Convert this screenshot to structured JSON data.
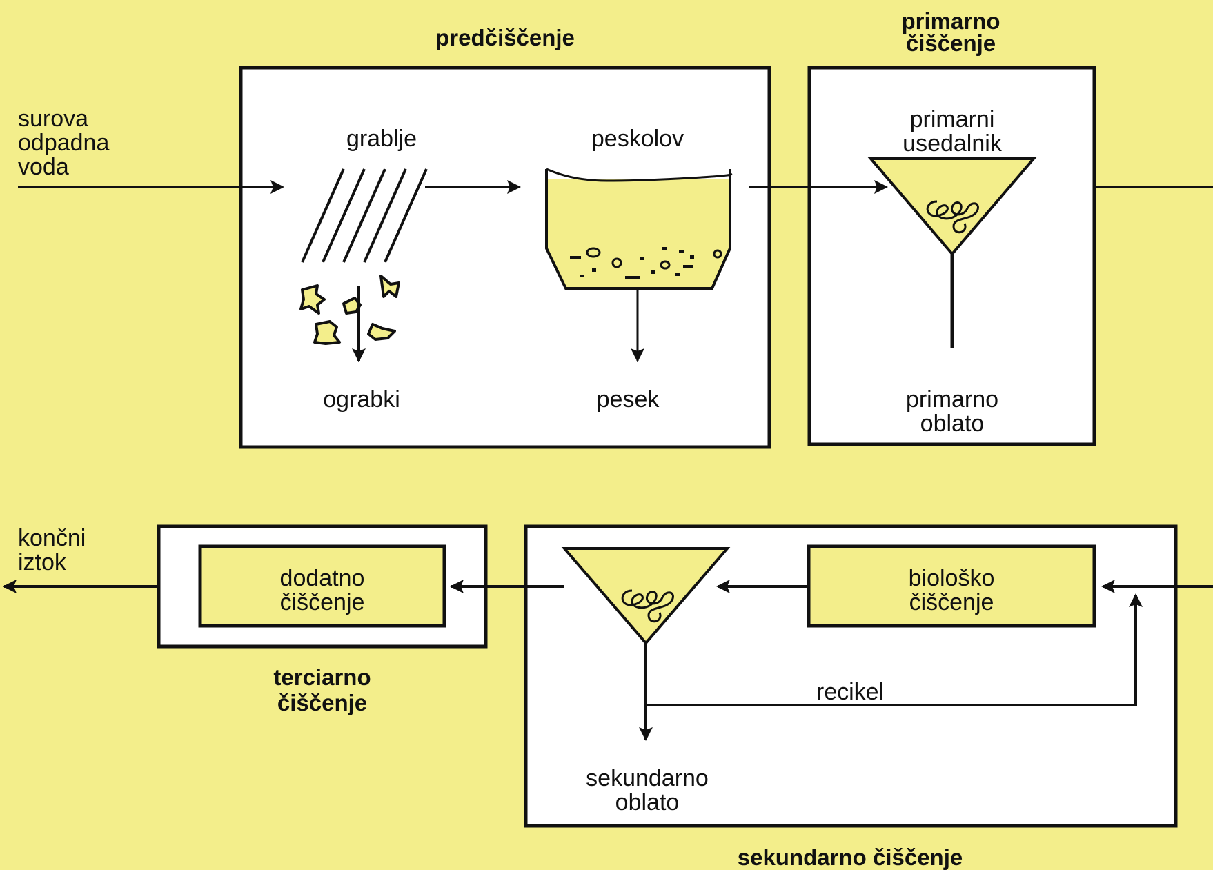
{
  "stages": {
    "pretreatment": {
      "title": "predčiščenje"
    },
    "primary": {
      "title": [
        "primarno",
        "čiščenje"
      ]
    },
    "tertiary": {
      "title": [
        "terciarno",
        "čiščenje"
      ]
    },
    "secondary": {
      "title": "sekundarno čiščenje"
    }
  },
  "labels": {
    "inflow": [
      "surova",
      "odpadna",
      "voda"
    ],
    "screen": "grablje",
    "screenings": "ograbki",
    "grit_chamber": "peskolov",
    "grit": "pesek",
    "primary_clarifier": [
      "primarni",
      "usedalnik"
    ],
    "primary_sludge": [
      "primarno",
      "oblato"
    ],
    "biological": [
      "biološko",
      "čiščenje"
    ],
    "additional": [
      "dodatno",
      "čiščenje"
    ],
    "recycle": "recikel",
    "secondary_sludge": [
      "sekundarno",
      "oblato"
    ],
    "outflow": [
      "končni",
      "iztok"
    ]
  }
}
